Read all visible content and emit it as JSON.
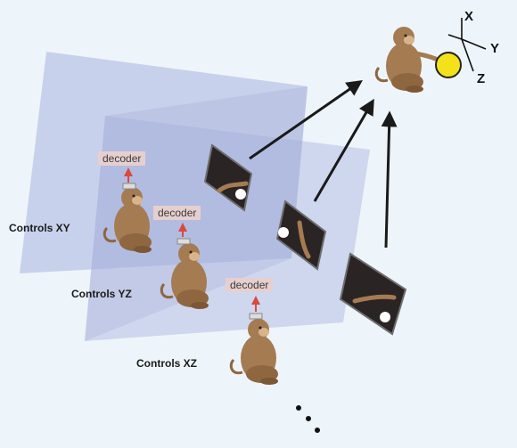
{
  "axes": {
    "x": "X",
    "y": "Y",
    "z": "Z"
  },
  "decoder_labels": [
    "decoder",
    "decoder",
    "decoder"
  ],
  "plane_labels": [
    "Controls XY",
    "Controls YZ",
    "Controls XZ"
  ],
  "colors": {
    "background": "#eef5fa",
    "plane": "#a9b3df",
    "monkey": "#a57b52",
    "ball": "#f3e21a",
    "arrow": "#1a1a1a",
    "decoder_arrow": "#d94a3c",
    "screen": "#2a2424"
  }
}
